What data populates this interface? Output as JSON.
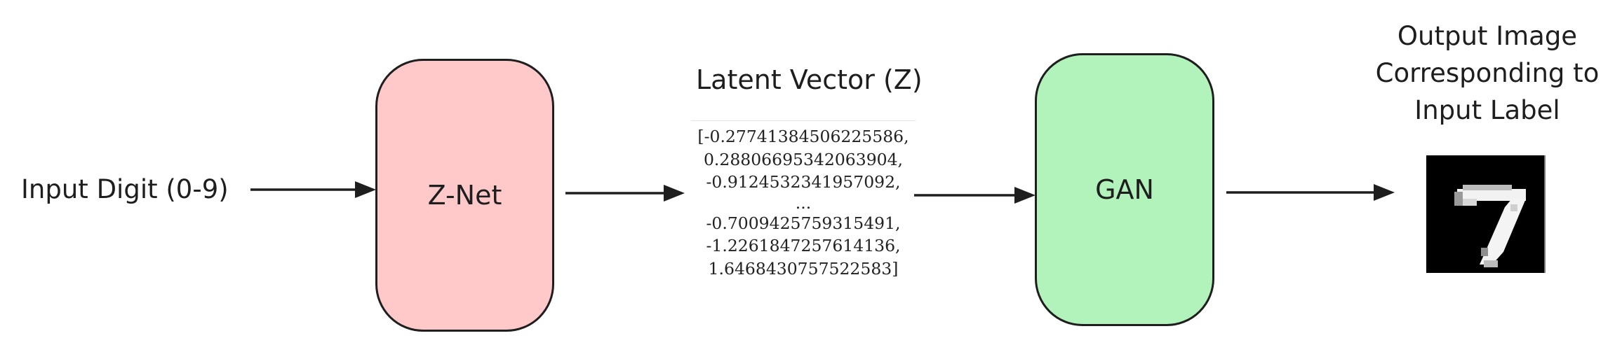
{
  "input": {
    "label": "Input Digit (0-9)"
  },
  "znet": {
    "label": "Z-Net",
    "fill_color": "#ffc9c9"
  },
  "latent": {
    "title": "Latent Vector (Z)",
    "lines": [
      "[-0.27741384506225586,",
      "0.28806695342063904,",
      "-0.9124532341957092,",
      "...",
      "-0.7009425759315491,",
      "-1.2261847257614136,",
      "1.6468430757522583]"
    ]
  },
  "gan": {
    "label": "GAN",
    "fill_color": "#b2f2bb"
  },
  "output": {
    "title": "Output Image Corresponding to Input Label",
    "digit_shown": "7"
  },
  "colors": {
    "stroke": "#1e1e1e",
    "background": "#ffffff"
  }
}
